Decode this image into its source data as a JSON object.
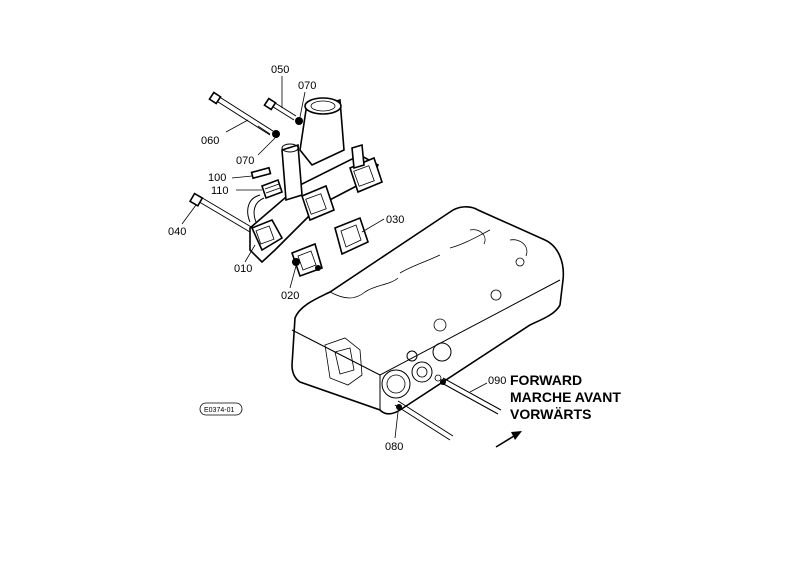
{
  "callouts": {
    "c010": "010",
    "c020": "020",
    "c030": "030",
    "c040": "040",
    "c050": "050",
    "c060": "060",
    "c070a": "070",
    "c070b": "070",
    "c080": "080",
    "c090": "090",
    "c100": "100",
    "c110": "110"
  },
  "direction": {
    "line1": "FORWARD",
    "line2": "MARCHE AVANT",
    "line3": "VORWÄRTS"
  },
  "reference_code": "E0374-01",
  "icons": [
    "forward-arrow-icon"
  ]
}
